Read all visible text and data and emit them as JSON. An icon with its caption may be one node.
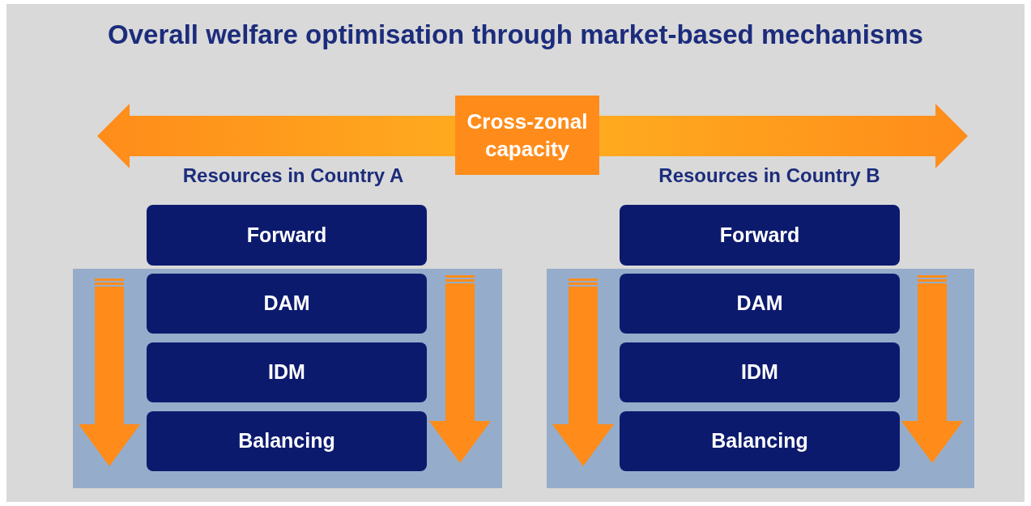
{
  "diagram": {
    "title": "Overall welfare optimisation through market-based mechanisms",
    "nodes": [
      {
        "text": [
          "Cross-zonal capacity"
        ]
      },
      {
        "text": [
          "Forward"
        ]
      },
      {
        "text": [],
        "shape": "box"
      },
      {
        "text": [
          "DAM"
        ],
        "in": 2
      },
      {
        "text": [
          "IDM"
        ],
        "in": 2
      },
      {
        "text": [
          "Balancing"
        ],
        "in": 2
      },
      {
        "text": [
          "Forward"
        ]
      },
      {
        "text": [],
        "shape": "box"
      },
      {
        "text": [
          "DAM"
        ],
        "in": 7
      },
      {
        "text": [
          "IDM"
        ],
        "in": 7
      },
      {
        "text": [
          "Balancing"
        ],
        "in": 7
      }
    ],
    "labels": [
      "Resources in Country A",
      "Resources in Country B"
    ]
  }
}
